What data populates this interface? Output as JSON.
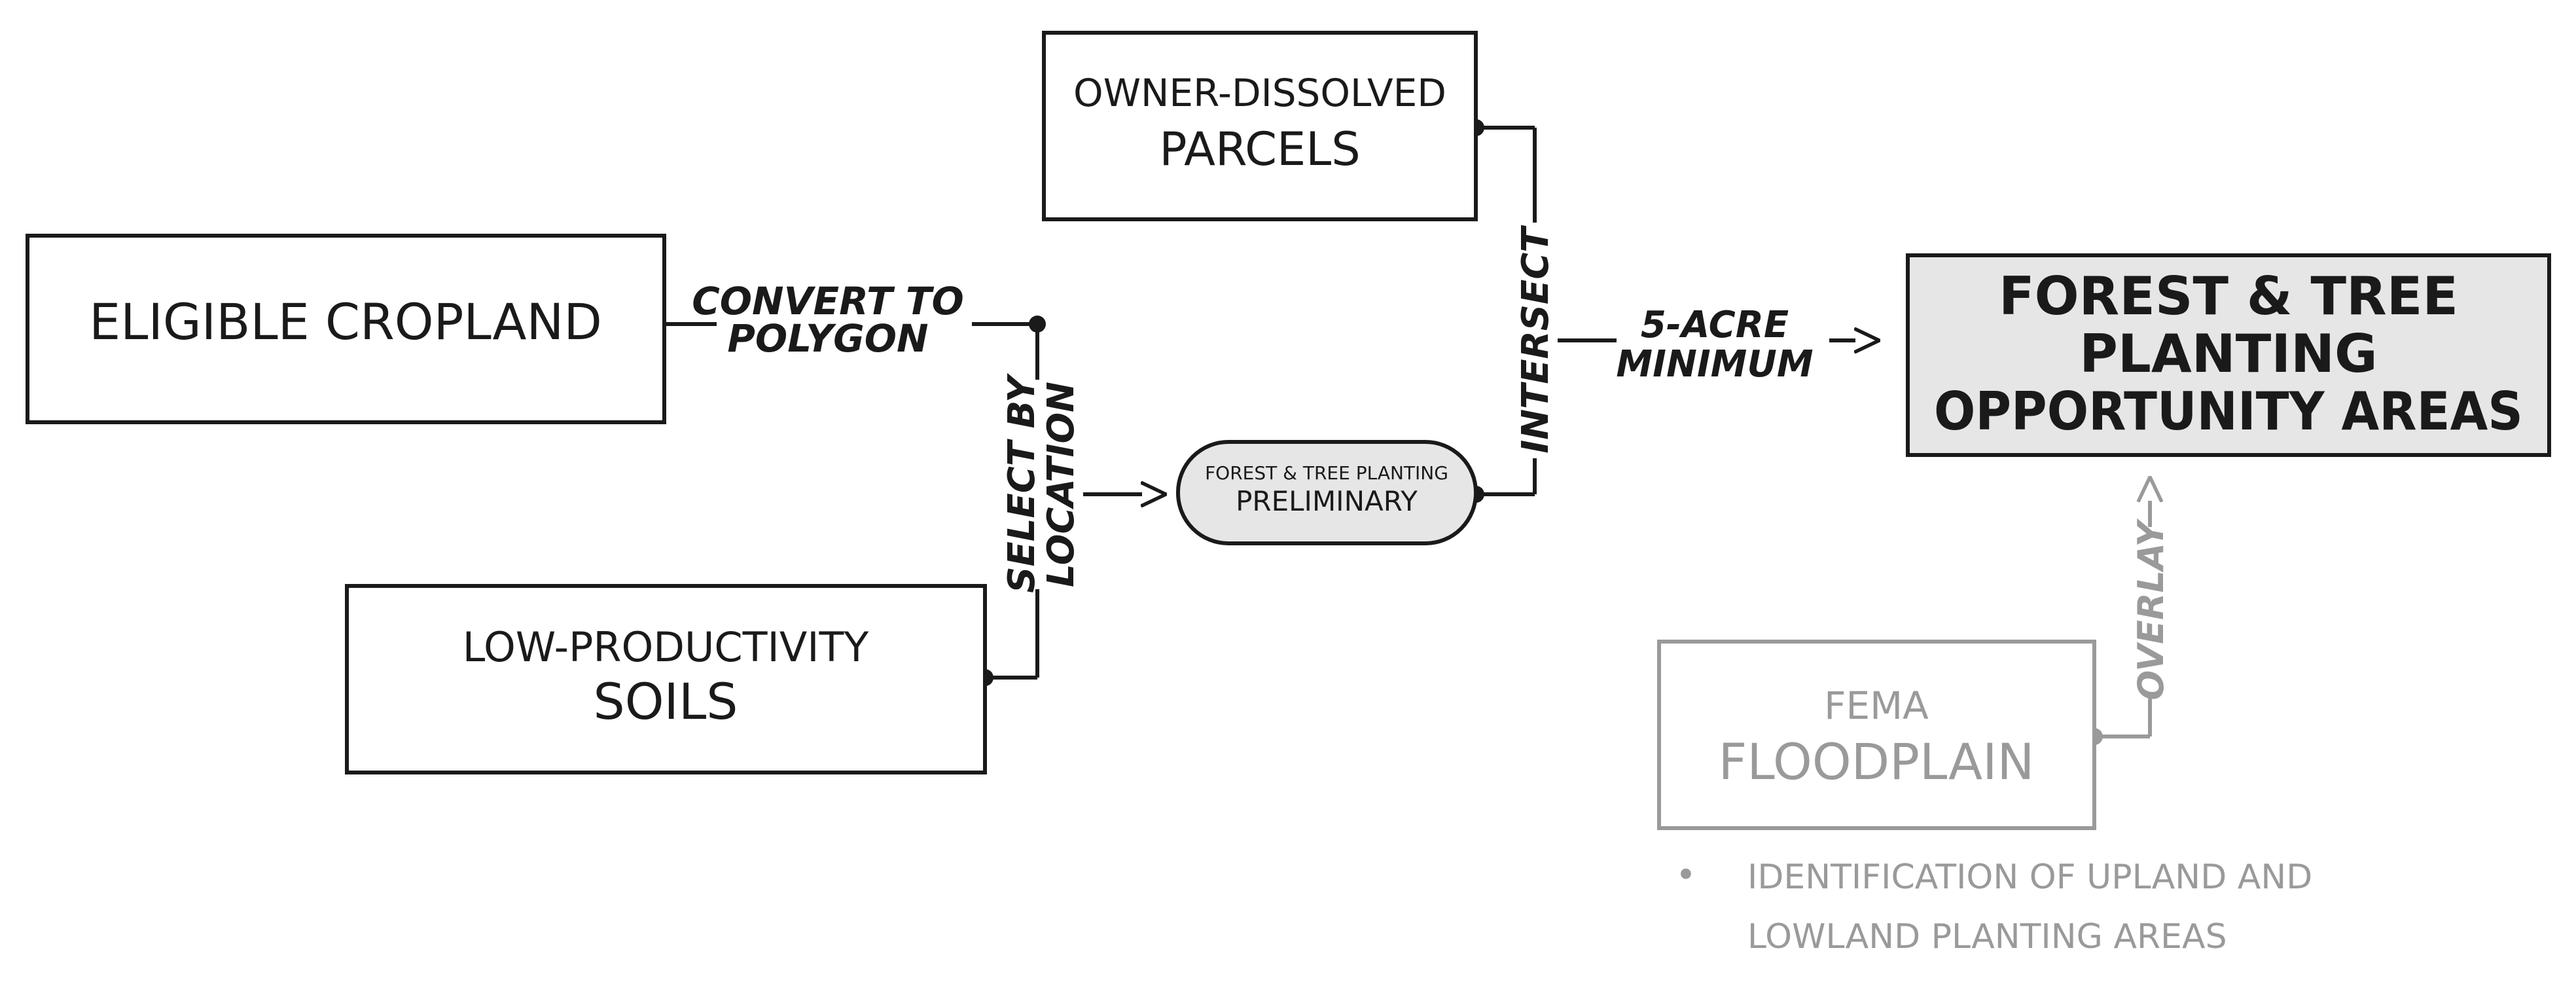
{
  "nodes": {
    "eligible_cropland": {
      "line1": "ELIGIBLE CROPLAND"
    },
    "low_productivity_soils": {
      "line1": "LOW-PRODUCTIVITY",
      "line2": "SOILS"
    },
    "owner_dissolved_parcels": {
      "line1": "OWNER-DISSOLVED",
      "line2": "PARCELS"
    },
    "preliminary": {
      "line1": "FOREST & TREE PLANTING",
      "line2": "PRELIMINARY"
    },
    "output": {
      "line1": "FOREST & TREE",
      "line2": "PLANTING",
      "line3": "OPPORTUNITY AREAS"
    },
    "fema_floodplain": {
      "line1": "FEMA",
      "line2": "FLOODPLAIN"
    }
  },
  "operations": {
    "convert": {
      "line1": "CONVERT TO",
      "line2": "POLYGON"
    },
    "select": {
      "line1": "SELECT BY",
      "line2": "LOCATION"
    },
    "intersect": {
      "line1": "INTERSECT"
    },
    "minimum": {
      "line1": "5-ACRE",
      "line2": "MINIMUM"
    },
    "overlay": {
      "line1": "OVERLAY"
    }
  },
  "notes": {
    "bullet": "•",
    "line1": "IDENTIFICATION OF UPLAND AND",
    "line2": "LOWLAND PLANTING AREAS"
  },
  "colors": {
    "line": "#1a1a1a",
    "grey": "#9a9a9a",
    "output_fill": "#e6e6e6",
    "pill_fill": "#e6e6e6"
  }
}
